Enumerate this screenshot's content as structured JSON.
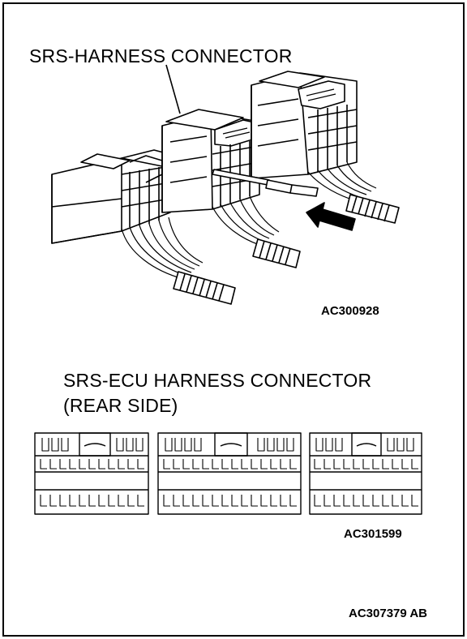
{
  "top_figure": {
    "label": "SRS-HARNESS CONNECTOR",
    "code": "AC300928"
  },
  "bottom_figure": {
    "label_line1": "SRS-ECU HARNESS CONNECTOR",
    "label_line2": "(REAR SIDE)",
    "code": "AC301599"
  },
  "figure_code": "AC307379",
  "figure_suffix": "AB",
  "colors": {
    "ink": "#000000",
    "paper": "#ffffff"
  }
}
